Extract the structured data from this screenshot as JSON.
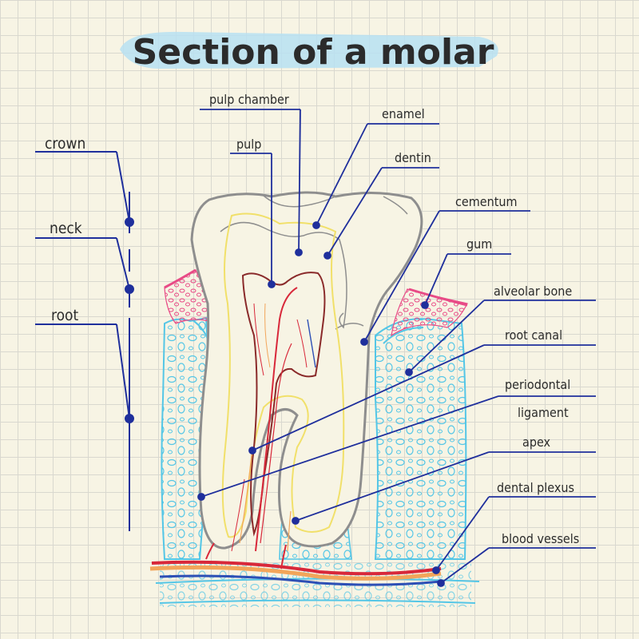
{
  "title": "Section of a molar",
  "colors": {
    "ink": "#2b2b2b",
    "leader": "#1f2f9c",
    "tooth_outline": "#8e8e8e",
    "dentin_line": "#f1e06a",
    "pulp_line": "#8a2a2a",
    "gum": "#e84b86",
    "bone": "#54c6e6",
    "artery": "#d8283a",
    "vein": "#2d4fb5",
    "nerve": "#f2a55a",
    "title_brush": "#b7e1f2"
  },
  "regions": {
    "crown": "crown",
    "neck": "neck",
    "root": "root"
  },
  "labels": {
    "pulp_chamber": "pulp chamber",
    "pulp": "pulp",
    "enamel": "enamel",
    "dentin": "dentin",
    "cementum": "cementum",
    "gum": "gum",
    "alveolar_bone": "alveolar bone",
    "root_canal": "root canal",
    "periodontal_1": "periodontal",
    "periodontal_2": "ligament",
    "apex": "apex",
    "dental_plexus": "dental plexus",
    "blood_vessels": "blood vessels"
  }
}
